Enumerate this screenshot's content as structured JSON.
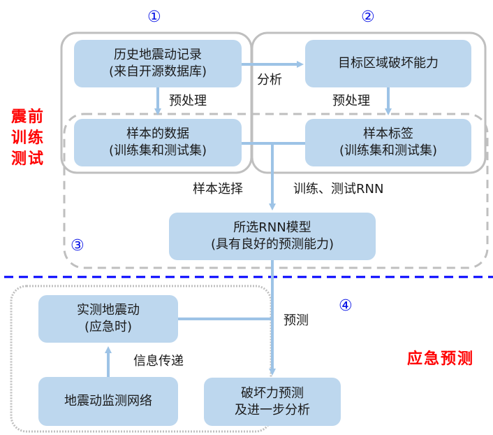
{
  "colors": {
    "node_fill": "#bdd7ee",
    "arrow": "#9dc3e6",
    "group_border": "#bfbfbf",
    "divider": "#0000ff",
    "phase_label": "#ff0000",
    "step_number": "#0a14e6"
  },
  "phases": {
    "pre_event": "震前\n训练\n测试",
    "pre_event_lines": [
      "震前",
      "训练",
      "测试"
    ],
    "emergency": "应急预测"
  },
  "step_numbers": {
    "one": "①",
    "two": "②",
    "three": "③",
    "four": "④"
  },
  "nodes": {
    "historical_records": {
      "line1": "历史地震动记录",
      "line2": "(来自开源数据库)"
    },
    "target_damage": {
      "line1": "目标区域破坏能力"
    },
    "sample_data": {
      "line1": "样本的数据",
      "line2": "(训练集和测试集)"
    },
    "sample_labels": {
      "line1": "样本标签",
      "line2": "(训练集和测试集)"
    },
    "rnn_model": {
      "line1": "所选RNN模型",
      "line2": "(具有良好的预测能力)"
    },
    "measured_motion": {
      "line1": "实测地震动",
      "line2": "(应急时)"
    },
    "monitoring_network": {
      "line1": "地震动监测网络"
    },
    "damage_prediction": {
      "line1": "破坏力预测",
      "line2": "及进一步分析"
    }
  },
  "edge_labels": {
    "analysis": "分析",
    "preprocess_1": "预处理",
    "preprocess_2": "预处理",
    "sample_selection": "样本选择",
    "train_test_rnn": "训练、测试RNN",
    "predict": "预测",
    "info_transfer": "信息传递"
  }
}
